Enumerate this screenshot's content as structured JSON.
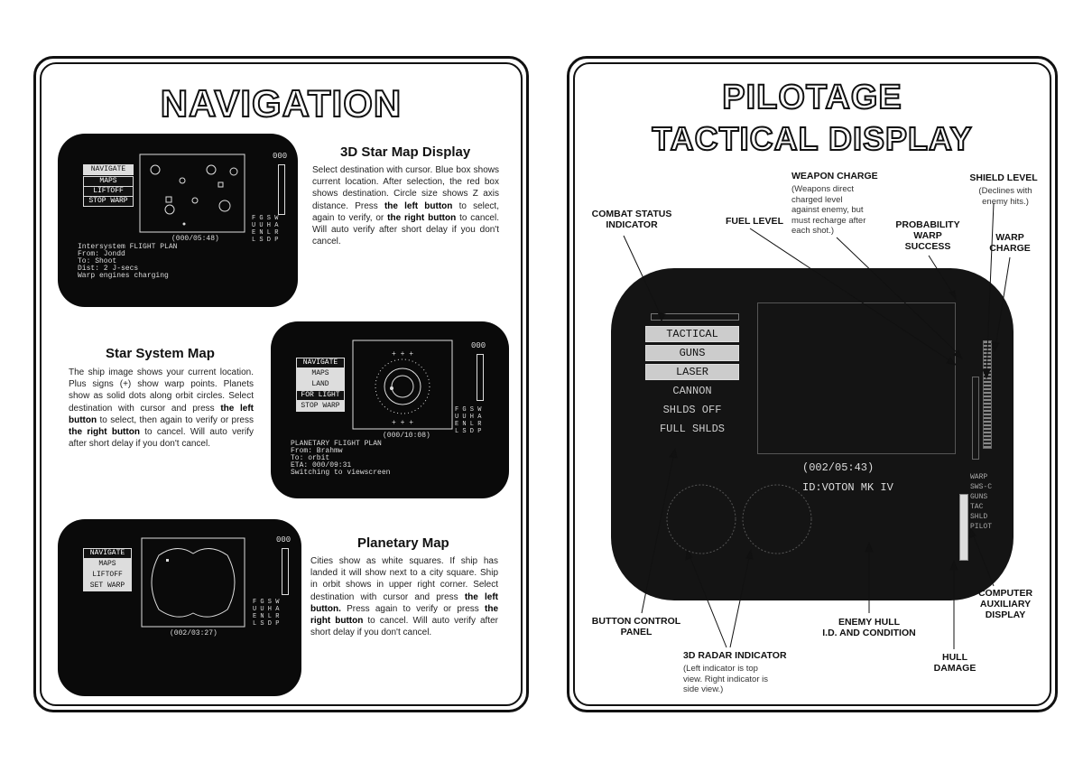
{
  "navigation": {
    "title": "NAVIGATION",
    "star_map": {
      "heading": "3D Star Map Display",
      "desc_parts": [
        {
          "t": "Select destination with cursor. Blue box shows current location. After selection, the red box shows destination. Circle size shows Z axis distance. Press ",
          "b": false
        },
        {
          "t": "the left button",
          "b": true
        },
        {
          "t": " to select, again to verify, or ",
          "b": false
        },
        {
          "t": "the right button",
          "b": true
        },
        {
          "t": " to cancel. Will auto verify after short delay if you don't cancel.",
          "b": false
        }
      ],
      "screen": {
        "buttons": [
          "NAVIGATE",
          "MAPS",
          "LIFTOFF",
          "STOP WARP"
        ],
        "warp_value": "000",
        "timer": "(000/05:48)",
        "lines": [
          "Intersystem FLIGHT PLAN",
          "From:  Jondd",
          "To:    Shoot",
          "Dist:  2 J-secs",
          "Warp engines charging"
        ],
        "gauge_letters": [
          "F G S W",
          "U U H A",
          "E N L R",
          "L S D P"
        ]
      }
    },
    "system_map": {
      "heading": "Star System Map",
      "desc_parts": [
        {
          "t": "The ship image shows your current location. Plus signs (+) show warp points. Planets show as solid dots along orbit circles. Select destination with cursor and press ",
          "b": false
        },
        {
          "t": "the left button",
          "b": true
        },
        {
          "t": " to select, then again to verify or press ",
          "b": false
        },
        {
          "t": "the right button",
          "b": true
        },
        {
          "t": " to cancel. Will auto verify after short delay if you don't cancel.",
          "b": false
        }
      ],
      "screen": {
        "buttons": [
          "NAVIGATE",
          "MAPS",
          "LAND",
          "FOR LIGHT",
          "STOP WARP"
        ],
        "warp_value": "000",
        "timer": "(000/10:08)",
        "lines": [
          "PLANETARY FLIGHT PLAN",
          "From:   Brahmw",
          "To:     orbit",
          "ETA:    000/09:31",
          "Switching to viewscreen"
        ],
        "gauge_letters": [
          "F G S W",
          "U U H A",
          "E N L R",
          "L S D P"
        ]
      }
    },
    "planetary_map": {
      "heading": "Planetary Map",
      "desc_parts": [
        {
          "t": "Cities show as white squares. If ship has landed it will show next to a city square. Ship in orbit shows in upper right corner. Select destination with cursor and press ",
          "b": false
        },
        {
          "t": "the left button.",
          "b": true
        },
        {
          "t": " Press again to verify or press ",
          "b": false
        },
        {
          "t": "the right button",
          "b": true
        },
        {
          "t": " to cancel. Will auto verify after short delay if you don't cancel.",
          "b": false
        }
      ],
      "screen": {
        "buttons": [
          "NAVIGATE",
          "MAPS",
          "LIFTOFF",
          "SET WARP"
        ],
        "warp_value": "000",
        "timer": "(002/03:27)",
        "gauge_letters": [
          "F G S W",
          "U U H A",
          "E N L R",
          "L S D P"
        ]
      }
    }
  },
  "pilotage": {
    "title_line1": "PILOTAGE",
    "title_line2": "TACTICAL DISPLAY",
    "screen": {
      "buttons": [
        "TACTICAL",
        "GUNS",
        "LASER",
        "CANNON",
        "SHLDS OFF",
        "FULL SHLDS"
      ],
      "timer": "(002/05:43)",
      "enemy_id": "ID:VOTON MK IV",
      "aux_items": [
        "WARP",
        "SWS-C",
        "GUNS",
        "TAC",
        "SHLD",
        "PILOT"
      ]
    },
    "labels": {
      "combat_status": "COMBAT STATUS\nINDICATOR",
      "fuel_level": "FUEL LEVEL",
      "weapon_charge": "WEAPON CHARGE",
      "weapon_note": "(Weapons direct\ncharged level\nagainst enemy, but\nmust recharge after\neach shot.)",
      "probability": "PROBABILITY\nWARP\nSUCCESS",
      "shield_level": "SHIELD LEVEL",
      "shield_note": "(Declines with\nenemy hits.)",
      "warp_charge": "WARP\nCHARGE",
      "button_panel": "BUTTON CONTROL\nPANEL",
      "radar": "3D RADAR INDICATOR",
      "radar_note": "(Left indicator is top\nview. Right indicator is\nside view.)",
      "enemy_hull": "ENEMY HULL\nI.D. AND CONDITION",
      "hull_damage": "HULL\nDAMAGE",
      "computer_aux": "COMPUTER\nAUXILIARY\nDISPLAY"
    }
  }
}
